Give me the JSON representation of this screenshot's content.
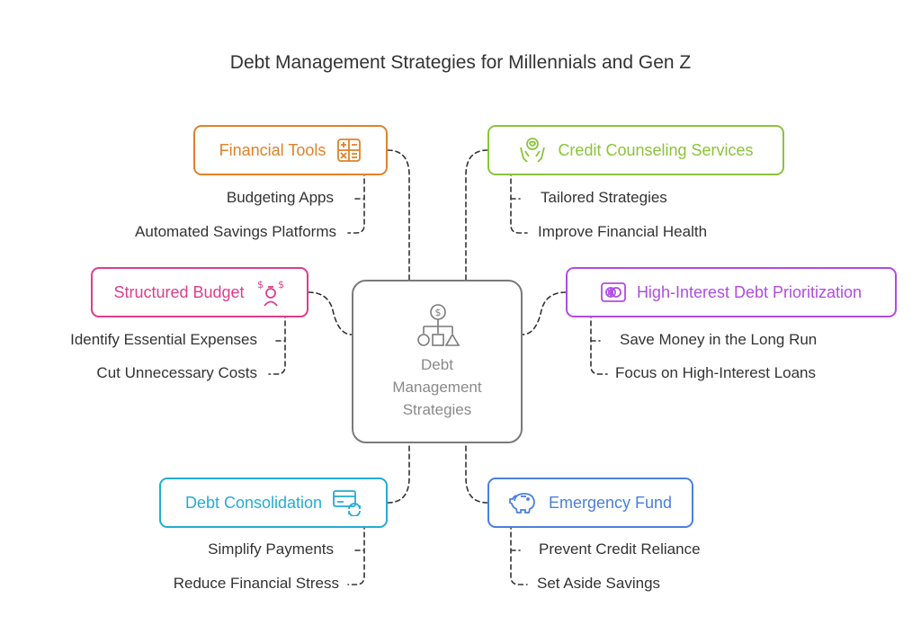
{
  "title": "Debt Management Strategies for Millennials and Gen Z",
  "center": {
    "label": "Debt\nManagement\nStrategies",
    "color": "#7a7a7a"
  },
  "categories": {
    "financial_tools": {
      "label": "Financial Tools",
      "color": "#e0812a",
      "icon": "calculator-icon",
      "items": [
        "Budgeting Apps",
        "Automated Savings Platforms"
      ]
    },
    "credit_counseling": {
      "label": "Credit Counseling Services",
      "color": "#8cc33c",
      "icon": "hands-heart-icon",
      "items": [
        "Tailored Strategies",
        "Improve Financial Health"
      ]
    },
    "structured_budget": {
      "label": "Structured Budget",
      "color": "#dc3e8c",
      "icon": "person-money-icon",
      "items": [
        "Identify Essential Expenses",
        "Cut Unnecessary Costs"
      ]
    },
    "high_interest": {
      "label": "High-Interest Debt Prioritization",
      "color": "#b04ce0",
      "icon": "credit-card-icon",
      "items": [
        "Save Money in the Long Run",
        "Focus on High-Interest Loans"
      ]
    },
    "debt_consolidation": {
      "label": "Debt Consolidation",
      "color": "#24acd4",
      "icon": "card-refresh-icon",
      "items": [
        "Simplify Payments",
        "Reduce Financial Stress"
      ]
    },
    "emergency_fund": {
      "label": "Emergency Fund",
      "color": "#4a80dc",
      "icon": "piggy-bank-icon",
      "items": [
        "Prevent Credit Reliance",
        "Set Aside Savings"
      ]
    }
  }
}
